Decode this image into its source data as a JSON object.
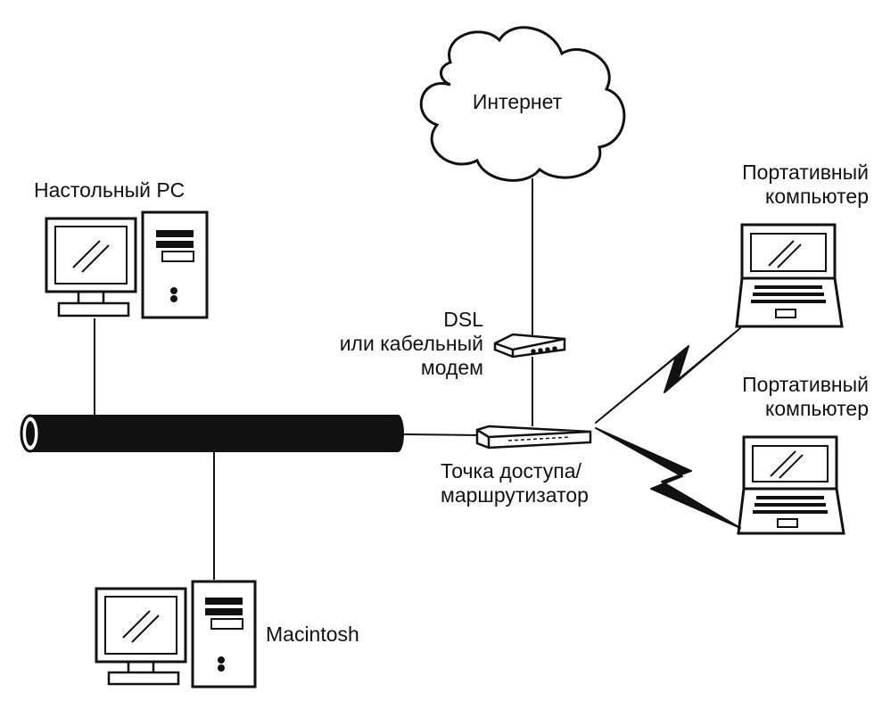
{
  "labels": {
    "internet": "Интернет",
    "desktop_pc": "Настольный PC",
    "laptop_top": [
      "Портативный",
      "компьютер"
    ],
    "laptop_bottom": [
      "Портативный",
      "компьютер"
    ],
    "modem": [
      "DSL",
      "или кабельный",
      "модем"
    ],
    "access_point": [
      "Точка доступа/",
      "маршрутизатор"
    ],
    "macintosh": "Macintosh"
  },
  "colors": {
    "ink": "#111111",
    "background": "#ffffff"
  }
}
